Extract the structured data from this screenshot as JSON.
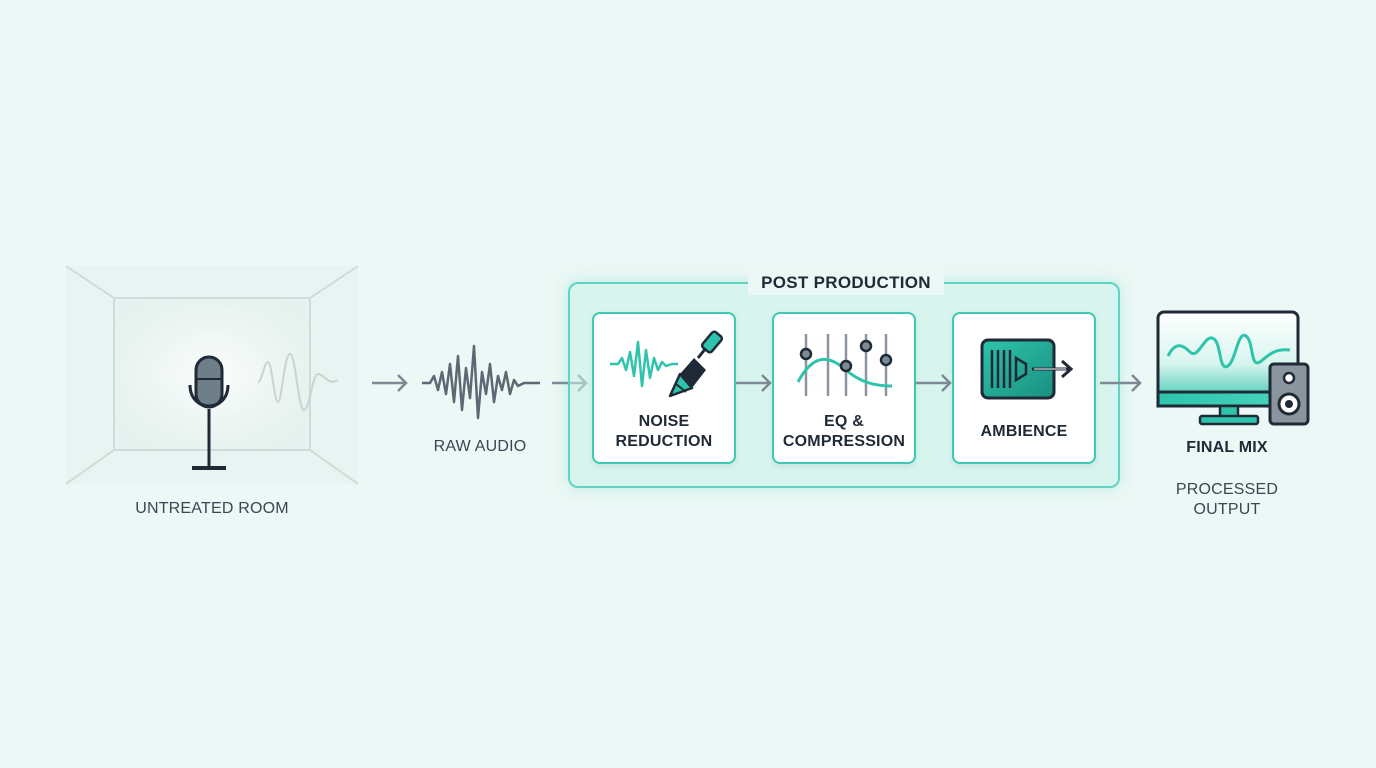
{
  "stages": {
    "room": {
      "label": "UNTREATED ROOM",
      "icon": "microphone-icon"
    },
    "raw": {
      "label": "RAW AUDIO",
      "icon": "waveform-icon"
    },
    "post_production": {
      "title": "POST PRODUCTION",
      "steps": [
        {
          "line1": "NOISE",
          "line2": "REDUCTION",
          "icon": "noise-brush-icon"
        },
        {
          "line1": "EQ &",
          "line2": "COMPRESSION",
          "icon": "equalizer-icon"
        },
        {
          "line1": "AMBIENCE",
          "line2": "",
          "icon": "ambience-icon"
        }
      ]
    },
    "final": {
      "title": "FINAL MIX",
      "subtitle_line1": "PROCESSED",
      "subtitle_line2": "OUTPUT",
      "icon": "monitor-speaker-icon"
    }
  },
  "colors": {
    "background": "#ebf8f5",
    "accent": "#2ec4ac",
    "dark": "#1f2a36",
    "arrow": "#7d8a94"
  }
}
